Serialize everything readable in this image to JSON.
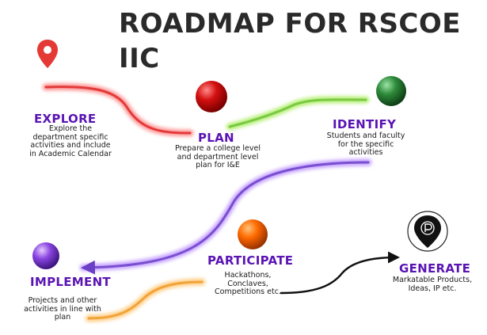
{
  "title": "ROADMAP FOR RSCOE IIC",
  "colors": {
    "heading": "#5a14b4",
    "explore_pin": "#e53935",
    "plan_ball": "#d40f0f",
    "identify_ball": "#2e8b3a",
    "implement_ball": "#8a45e0",
    "participate_ball": "#ff6a00",
    "generate_pin": "#111111"
  },
  "icons": {
    "explore": "map-pin-icon",
    "generate": "parking-pin-icon"
  },
  "stages": {
    "explore": {
      "name": "EXPLORE",
      "description": [
        "Explore the",
        "department specific",
        "activities and include",
        "in Academic Calendar"
      ]
    },
    "plan": {
      "name": "PLAN",
      "description": [
        "Prepare a college level",
        "and department level",
        "plan for I&E"
      ]
    },
    "identify": {
      "name": "IDENTIFY",
      "description": [
        "Students and faculty",
        "for the specific",
        "activities"
      ]
    },
    "implement": {
      "name": "IMPLEMENT",
      "description": [
        "Projects and other",
        "activities in line with",
        "plan"
      ]
    },
    "participate": {
      "name": "PARTICIPATE",
      "description": [
        "Hackathons,",
        "Conclaves,",
        "Competitions etc."
      ]
    },
    "generate": {
      "name": "GENERATE",
      "description": [
        "Markatable Products,",
        "Ideas, IP etc."
      ]
    }
  }
}
